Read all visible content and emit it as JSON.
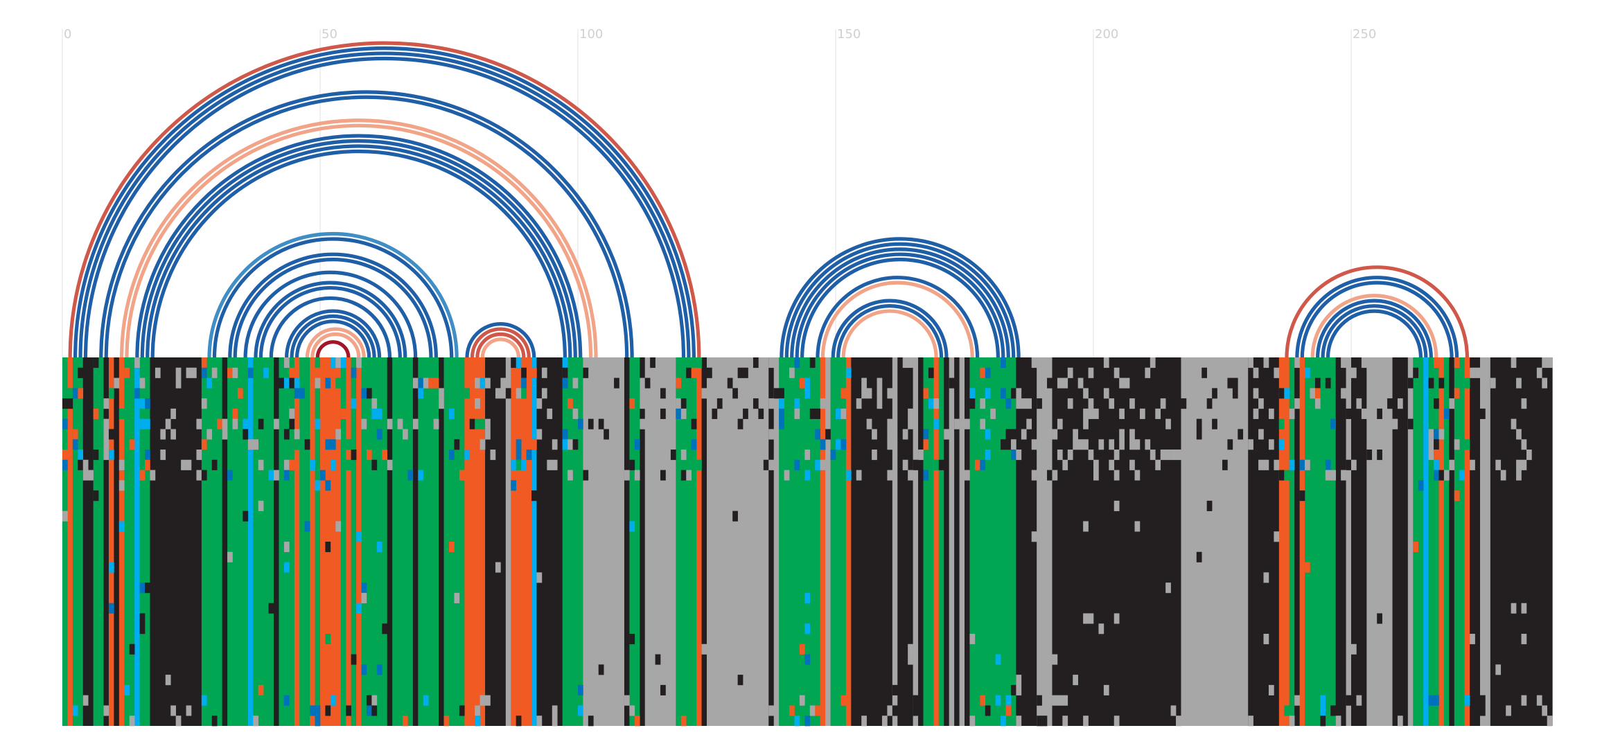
{
  "chart_data": {
    "type": "arc-diagram-alignment",
    "x_axis": {
      "ticks": [
        0,
        50,
        100,
        150,
        200,
        250
      ],
      "tick_labels": [
        "0",
        "50",
        "100",
        "150",
        "200",
        "250"
      ],
      "xlim": [
        0,
        289
      ],
      "grid": true
    },
    "colors": {
      "arc_dark_blue": "#1f5fa8",
      "arc_light_blue": "#3f8fc6",
      "arc_red": "#d0584a",
      "arc_salmon": "#f2a489",
      "arc_dark_red": "#a51528",
      "cell_green": "#00a651",
      "cell_orange": "#f15a22",
      "cell_black": "#231f20",
      "cell_grey": "#a7a7a7",
      "cell_blue": "#0072bc",
      "cell_cyan": "#00aeef"
    },
    "arcs": [
      {
        "left": 1,
        "right": 123,
        "color": "arc_red"
      },
      {
        "left": 2,
        "right": 122,
        "color": "arc_dark_blue"
      },
      {
        "left": 3,
        "right": 121,
        "color": "arc_dark_blue"
      },
      {
        "left": 4,
        "right": 120,
        "color": "arc_dark_blue"
      },
      {
        "left": 7,
        "right": 110,
        "color": "arc_dark_blue"
      },
      {
        "left": 8,
        "right": 109,
        "color": "arc_dark_blue"
      },
      {
        "left": 11,
        "right": 103,
        "color": "arc_salmon"
      },
      {
        "left": 12,
        "right": 102,
        "color": "arc_salmon"
      },
      {
        "left": 14,
        "right": 100,
        "color": "arc_dark_blue"
      },
      {
        "left": 15,
        "right": 99,
        "color": "arc_dark_blue"
      },
      {
        "left": 16,
        "right": 98,
        "color": "arc_dark_blue"
      },
      {
        "left": 17,
        "right": 97,
        "color": "arc_dark_blue"
      },
      {
        "left": 28,
        "right": 76,
        "color": "arc_light_blue"
      },
      {
        "left": 29,
        "right": 75,
        "color": "arc_dark_blue"
      },
      {
        "left": 32,
        "right": 72,
        "color": "arc_dark_blue"
      },
      {
        "left": 33,
        "right": 71,
        "color": "arc_dark_blue"
      },
      {
        "left": 35,
        "right": 68,
        "color": "arc_dark_blue"
      },
      {
        "left": 37,
        "right": 66,
        "color": "arc_dark_blue"
      },
      {
        "left": 38,
        "right": 65,
        "color": "arc_dark_blue"
      },
      {
        "left": 40,
        "right": 63,
        "color": "arc_dark_blue"
      },
      {
        "left": 43,
        "right": 61,
        "color": "arc_dark_blue"
      },
      {
        "left": 44,
        "right": 60,
        "color": "arc_dark_blue"
      },
      {
        "left": 45,
        "right": 59,
        "color": "arc_dark_blue"
      },
      {
        "left": 47,
        "right": 58,
        "color": "arc_salmon"
      },
      {
        "left": 48,
        "right": 57,
        "color": "arc_salmon"
      },
      {
        "left": 49,
        "right": 55,
        "color": "arc_dark_red"
      },
      {
        "left": 78,
        "right": 91,
        "color": "arc_dark_blue"
      },
      {
        "left": 79,
        "right": 90,
        "color": "arc_red"
      },
      {
        "left": 80,
        "right": 89,
        "color": "arc_red"
      },
      {
        "left": 81,
        "right": 88,
        "color": "arc_salmon"
      },
      {
        "left": 139,
        "right": 185,
        "color": "arc_dark_blue"
      },
      {
        "left": 140,
        "right": 184,
        "color": "arc_dark_blue"
      },
      {
        "left": 141,
        "right": 183,
        "color": "arc_dark_blue"
      },
      {
        "left": 142,
        "right": 182,
        "color": "arc_dark_blue"
      },
      {
        "left": 143,
        "right": 181,
        "color": "arc_dark_blue"
      },
      {
        "left": 146,
        "right": 177,
        "color": "arc_dark_blue"
      },
      {
        "left": 147,
        "right": 176,
        "color": "arc_salmon"
      },
      {
        "left": 149,
        "right": 171,
        "color": "arc_dark_blue"
      },
      {
        "left": 150,
        "right": 170,
        "color": "arc_dark_blue"
      },
      {
        "left": 151,
        "right": 169,
        "color": "arc_salmon"
      },
      {
        "left": 237,
        "right": 272,
        "color": "arc_red"
      },
      {
        "left": 239,
        "right": 270,
        "color": "arc_dark_blue"
      },
      {
        "left": 240,
        "right": 269,
        "color": "arc_dark_blue"
      },
      {
        "left": 242,
        "right": 266,
        "color": "arc_salmon"
      },
      {
        "left": 243,
        "right": 265,
        "color": "arc_dark_blue"
      },
      {
        "left": 244,
        "right": 264,
        "color": "arc_dark_blue"
      },
      {
        "left": 245,
        "right": 263,
        "color": "arc_dark_blue"
      }
    ],
    "alignment": {
      "columns": 289,
      "rows": 36,
      "column_segments": [
        [
          0,
          1,
          "cell_green"
        ],
        [
          1,
          2,
          "cell_orange"
        ],
        [
          2,
          4,
          "cell_green"
        ],
        [
          4,
          6,
          "cell_black"
        ],
        [
          6,
          8,
          "cell_green"
        ],
        [
          8,
          9,
          "cell_black"
        ],
        [
          9,
          10,
          "cell_orange"
        ],
        [
          10,
          11,
          "cell_black"
        ],
        [
          11,
          12,
          "cell_orange"
        ],
        [
          12,
          14,
          "cell_green"
        ],
        [
          14,
          15,
          "cell_cyan"
        ],
        [
          15,
          17,
          "cell_green"
        ],
        [
          17,
          27,
          "cell_black"
        ],
        [
          27,
          31,
          "cell_green"
        ],
        [
          31,
          32,
          "cell_black"
        ],
        [
          32,
          36,
          "cell_green"
        ],
        [
          36,
          37,
          "cell_cyan"
        ],
        [
          37,
          41,
          "cell_green"
        ],
        [
          41,
          42,
          "cell_black"
        ],
        [
          42,
          45,
          "cell_green"
        ],
        [
          45,
          46,
          "cell_orange"
        ],
        [
          46,
          48,
          "cell_green"
        ],
        [
          48,
          49,
          "cell_orange"
        ],
        [
          49,
          50,
          "cell_green"
        ],
        [
          50,
          54,
          "cell_orange"
        ],
        [
          54,
          55,
          "cell_green"
        ],
        [
          55,
          56,
          "cell_orange"
        ],
        [
          56,
          57,
          "cell_green"
        ],
        [
          57,
          58,
          "cell_orange"
        ],
        [
          58,
          59,
          "cell_green"
        ],
        [
          59,
          63,
          "cell_green"
        ],
        [
          63,
          64,
          "cell_black"
        ],
        [
          64,
          68,
          "cell_green"
        ],
        [
          68,
          69,
          "cell_black"
        ],
        [
          69,
          73,
          "cell_green"
        ],
        [
          73,
          74,
          "cell_black"
        ],
        [
          74,
          78,
          "cell_green"
        ],
        [
          78,
          82,
          "cell_orange"
        ],
        [
          82,
          86,
          "cell_black"
        ],
        [
          86,
          87,
          "cell_grey"
        ],
        [
          87,
          91,
          "cell_orange"
        ],
        [
          91,
          92,
          "cell_cyan"
        ],
        [
          92,
          97,
          "cell_black"
        ],
        [
          97,
          101,
          "cell_green"
        ],
        [
          101,
          109,
          "cell_grey"
        ],
        [
          109,
          110,
          "cell_black"
        ],
        [
          110,
          112,
          "cell_green"
        ],
        [
          112,
          113,
          "cell_black"
        ],
        [
          113,
          119,
          "cell_grey"
        ],
        [
          119,
          123,
          "cell_green"
        ],
        [
          123,
          124,
          "cell_orange"
        ],
        [
          124,
          125,
          "cell_black"
        ],
        [
          125,
          137,
          "cell_grey"
        ],
        [
          137,
          138,
          "cell_black"
        ],
        [
          138,
          139,
          "cell_grey"
        ],
        [
          139,
          147,
          "cell_green"
        ],
        [
          147,
          148,
          "cell_orange"
        ],
        [
          148,
          149,
          "cell_grey"
        ],
        [
          149,
          152,
          "cell_green"
        ],
        [
          152,
          153,
          "cell_orange"
        ],
        [
          153,
          161,
          "cell_black"
        ],
        [
          161,
          162,
          "cell_grey"
        ],
        [
          162,
          165,
          "cell_black"
        ],
        [
          165,
          166,
          "cell_grey"
        ],
        [
          166,
          167,
          "cell_black"
        ],
        [
          167,
          169,
          "cell_green"
        ],
        [
          169,
          170,
          "cell_orange"
        ],
        [
          170,
          171,
          "cell_green"
        ],
        [
          171,
          172,
          "cell_black"
        ],
        [
          172,
          173,
          "cell_grey"
        ],
        [
          173,
          174,
          "cell_black"
        ],
        [
          174,
          175,
          "cell_grey"
        ],
        [
          175,
          176,
          "cell_black"
        ],
        [
          176,
          185,
          "cell_green"
        ],
        [
          185,
          189,
          "cell_black"
        ],
        [
          189,
          192,
          "cell_grey"
        ],
        [
          192,
          217,
          "cell_black"
        ],
        [
          217,
          230,
          "cell_grey"
        ],
        [
          230,
          236,
          "cell_black"
        ],
        [
          236,
          238,
          "cell_orange"
        ],
        [
          238,
          239,
          "cell_green"
        ],
        [
          239,
          240,
          "cell_black"
        ],
        [
          240,
          241,
          "cell_orange"
        ],
        [
          241,
          242,
          "cell_green"
        ],
        [
          242,
          247,
          "cell_green"
        ],
        [
          247,
          249,
          "cell_black"
        ],
        [
          249,
          250,
          "cell_grey"
        ],
        [
          250,
          253,
          "cell_black"
        ],
        [
          253,
          258,
          "cell_grey"
        ],
        [
          258,
          261,
          "cell_black"
        ],
        [
          261,
          262,
          "cell_grey"
        ],
        [
          262,
          264,
          "cell_green"
        ],
        [
          264,
          265,
          "cell_cyan"
        ],
        [
          265,
          267,
          "cell_green"
        ],
        [
          267,
          268,
          "cell_orange"
        ],
        [
          268,
          269,
          "cell_green"
        ],
        [
          269,
          270,
          "cell_black"
        ],
        [
          270,
          272,
          "cell_green"
        ],
        [
          272,
          273,
          "cell_orange"
        ],
        [
          273,
          275,
          "cell_black"
        ],
        [
          275,
          277,
          "cell_grey"
        ],
        [
          277,
          289,
          "cell_black"
        ]
      ],
      "noise_colors": [
        "cell_orange",
        "cell_cyan",
        "cell_blue",
        "cell_green",
        "cell_grey",
        "cell_black"
      ]
    }
  }
}
